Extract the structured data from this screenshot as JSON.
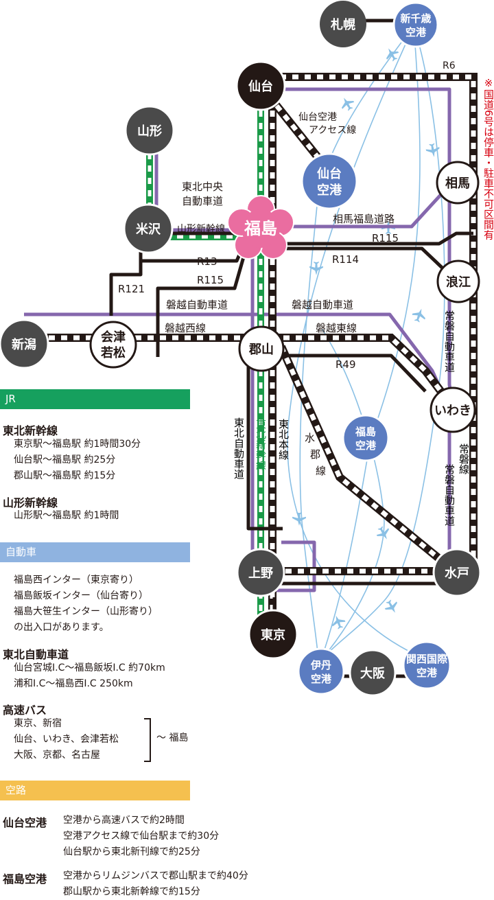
{
  "colors": {
    "rail": "#231815",
    "shinkansen": "#1a9a48",
    "expressway": "#8567ad",
    "air": "#8ac0e5",
    "dark_node": "#4a4a4a",
    "black_node": "#231815",
    "airport_node": "#5b7cc1",
    "fukushima": "#ea6da0",
    "note_red": "#d7000f",
    "jr_bar": "#16a05e",
    "car_bar": "#8fb3e0",
    "air_bar": "#f5c04f"
  },
  "stations": {
    "sapporo": "札幌",
    "shinchitose_1": "新千歳",
    "shinchitose_2": "空港",
    "sendai": "仙台",
    "yamagata": "山形",
    "yonezawa": "米沢",
    "fukushima": "福島",
    "sendai_airport_1": "仙台",
    "sendai_airport_2": "空港",
    "soma": "相馬",
    "namie": "浪江",
    "niigata": "新潟",
    "aizu_1": "会津",
    "aizu_2": "若松",
    "koriyama": "郡山",
    "iwaki": "いわき",
    "fukushima_airport_1": "福島",
    "fukushima_airport_2": "空港",
    "ueno": "上野",
    "mito": "水戸",
    "tokyo": "東京",
    "itami_1": "伊丹",
    "itami_2": "空港",
    "osaka": "大阪",
    "kansai_1": "関西国際",
    "kansai_2": "空港"
  },
  "lines": {
    "r6": "R6",
    "r6_note": "※国道6号は停車・駐車不可区間有",
    "sendai_access_1": "仙台空港",
    "sendai_access_2": "アクセス線",
    "tohoku_exp_1": "東北中央",
    "tohoku_exp_2": "自動車道",
    "yamagata_shinkansen": "山形新幹線",
    "soma_fukushima": "相馬福島道路",
    "r115_east": "R115",
    "r114": "R114",
    "r13": "R13",
    "r115_west": "R115",
    "r121": "R121",
    "banetsu_exp_west": "磐越自動車道",
    "banetsu_exp_east": "磐越自動車道",
    "banetsu_west": "磐越西線",
    "banetsu_east": "磐越東線",
    "joban_exp_north": "常磐自動車道",
    "r49": "R49",
    "tohoku_exp_v": "東北自動車道",
    "tohoku_shinkansen_v": "東北新幹線",
    "tohoku_main_v": "東北本線",
    "suigun_1": "水",
    "suigun_2": "郡",
    "suigun_3": "線",
    "joban_line": "常磐線",
    "joban_exp_south": "常磐自動車道"
  },
  "info": {
    "jr": {
      "title": "JR",
      "h1": "東北新幹線",
      "l1": "東京駅～福島駅 約1時間30分",
      "l2": "仙台駅～福島駅 約25分",
      "l3": "郡山駅～福島駅 約15分",
      "h2": "山形新幹線",
      "l4": "山形駅～福島駅 約1時間"
    },
    "car": {
      "title": "自動車",
      "l1": "福島西インター（東京寄り）",
      "l2": "福島飯坂インター（仙台寄り）",
      "l3": "福島大笹生インター（山形寄り）",
      "l4": "の出入口があります。",
      "h1": "東北自動車道",
      "l5": "仙台宮城I.C～福島飯坂I.C 約70km",
      "l6": "浦和I.C～福島西I.C 250km",
      "h2": "高速バス",
      "l7": "東京、新宿",
      "l8": "仙台、いわき、会津若松",
      "l9": "大阪、京都、名古屋",
      "dest": "～ 福島"
    },
    "air": {
      "title": "空路",
      "h1": "仙台空港",
      "l1": "空港から高速バスで約2時間",
      "l2": "空港アクセス線で仙台駅まで約30分",
      "l3": "仙台駅から東北新刊線で約25分",
      "h2": "福島空港",
      "l4": "空港からリムジンバスで郡山駅まで約40分",
      "l5": "郡山駅から東北新幹線で約15分"
    }
  }
}
